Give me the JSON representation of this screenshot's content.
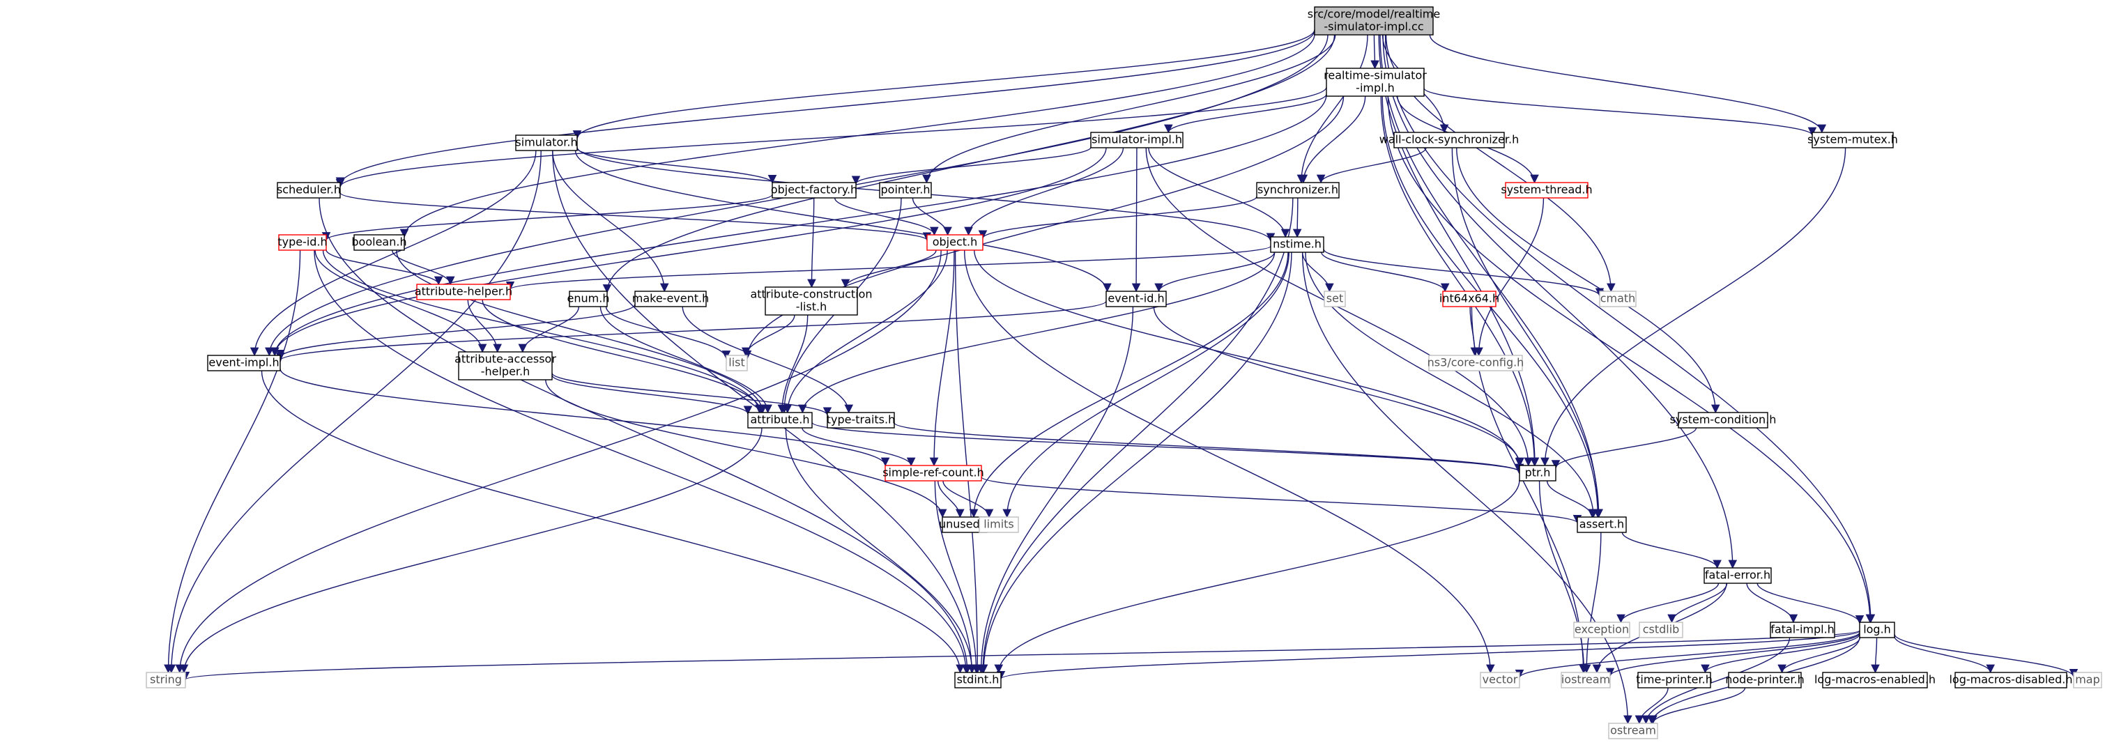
{
  "graph": {
    "title": "",
    "nodes": [
      {
        "id": "root",
        "lines": [
          "src/core/model/realtime",
          "-simulator-impl.cc"
        ],
        "style": "root"
      },
      {
        "id": "rtsimh",
        "lines": [
          "realtime-simulator",
          "-impl.h"
        ],
        "style": "normal"
      },
      {
        "id": "simulator",
        "lines": [
          "simulator.h"
        ],
        "style": "normal"
      },
      {
        "id": "simimpl",
        "lines": [
          "simulator-impl.h"
        ],
        "style": "normal"
      },
      {
        "id": "wallclock",
        "lines": [
          "wall-clock-synchronizer.h"
        ],
        "style": "normal"
      },
      {
        "id": "sysmutex",
        "lines": [
          "system-mutex.h"
        ],
        "style": "normal"
      },
      {
        "id": "systhread",
        "lines": [
          "system-thread.h"
        ],
        "style": "red"
      },
      {
        "id": "sync",
        "lines": [
          "synchronizer.h"
        ],
        "style": "normal"
      },
      {
        "id": "scheduler",
        "lines": [
          "scheduler.h"
        ],
        "style": "normal"
      },
      {
        "id": "objfactory",
        "lines": [
          "object-factory.h"
        ],
        "style": "normal"
      },
      {
        "id": "pointer",
        "lines": [
          "pointer.h"
        ],
        "style": "normal"
      },
      {
        "id": "object",
        "lines": [
          "object.h"
        ],
        "style": "red"
      },
      {
        "id": "nstime",
        "lines": [
          "nstime.h"
        ],
        "style": "normal"
      },
      {
        "id": "typeid",
        "lines": [
          "type-id.h"
        ],
        "style": "red"
      },
      {
        "id": "boolean",
        "lines": [
          "boolean.h"
        ],
        "style": "normal"
      },
      {
        "id": "attrhelper",
        "lines": [
          "attribute-helper.h"
        ],
        "style": "red"
      },
      {
        "id": "enum",
        "lines": [
          "enum.h"
        ],
        "style": "normal"
      },
      {
        "id": "makeevent",
        "lines": [
          "make-event.h"
        ],
        "style": "normal"
      },
      {
        "id": "attrconst",
        "lines": [
          "attribute-construction",
          "-list.h"
        ],
        "style": "normal"
      },
      {
        "id": "eventid",
        "lines": [
          "event-id.h"
        ],
        "style": "normal"
      },
      {
        "id": "set",
        "lines": [
          "set"
        ],
        "style": "gray"
      },
      {
        "id": "int64x64",
        "lines": [
          "int64x64.h"
        ],
        "style": "red"
      },
      {
        "id": "cmath",
        "lines": [
          "cmath"
        ],
        "style": "gray"
      },
      {
        "id": "eventimpl",
        "lines": [
          "event-impl.h"
        ],
        "style": "normal"
      },
      {
        "id": "attraccessor",
        "lines": [
          "attribute-accessor",
          "-helper.h"
        ],
        "style": "normal"
      },
      {
        "id": "list",
        "lines": [
          "list"
        ],
        "style": "gray"
      },
      {
        "id": "coreconfig",
        "lines": [
          "ns3/core-config.h"
        ],
        "style": "gray"
      },
      {
        "id": "attribute",
        "lines": [
          "attribute.h"
        ],
        "style": "normal"
      },
      {
        "id": "typetraits",
        "lines": [
          "type-traits.h"
        ],
        "style": "normal"
      },
      {
        "id": "syscond",
        "lines": [
          "system-condition.h"
        ],
        "style": "normal"
      },
      {
        "id": "simplerefcount",
        "lines": [
          "simple-ref-count.h"
        ],
        "style": "red"
      },
      {
        "id": "ptr",
        "lines": [
          "ptr.h"
        ],
        "style": "normal"
      },
      {
        "id": "unused",
        "lines": [
          "unused.h"
        ],
        "style": "normal"
      },
      {
        "id": "limits",
        "lines": [
          "limits"
        ],
        "style": "gray"
      },
      {
        "id": "assert",
        "lines": [
          "assert.h"
        ],
        "style": "normal"
      },
      {
        "id": "fatalerror",
        "lines": [
          "fatal-error.h"
        ],
        "style": "normal"
      },
      {
        "id": "exception",
        "lines": [
          "exception"
        ],
        "style": "gray"
      },
      {
        "id": "cstdlib",
        "lines": [
          "cstdlib"
        ],
        "style": "gray"
      },
      {
        "id": "fatalimpl",
        "lines": [
          "fatal-impl.h"
        ],
        "style": "normal"
      },
      {
        "id": "log",
        "lines": [
          "log.h"
        ],
        "style": "normal"
      },
      {
        "id": "string",
        "lines": [
          "string"
        ],
        "style": "gray"
      },
      {
        "id": "stdint",
        "lines": [
          "stdint.h"
        ],
        "style": "normal"
      },
      {
        "id": "vector",
        "lines": [
          "vector"
        ],
        "style": "gray"
      },
      {
        "id": "iostream",
        "lines": [
          "iostream"
        ],
        "style": "gray"
      },
      {
        "id": "timeprinter",
        "lines": [
          "time-printer.h"
        ],
        "style": "normal"
      },
      {
        "id": "nodeprinter",
        "lines": [
          "node-printer.h"
        ],
        "style": "normal"
      },
      {
        "id": "logmacrosen",
        "lines": [
          "log-macros-enabled.h"
        ],
        "style": "normal"
      },
      {
        "id": "logmacrosdis",
        "lines": [
          "log-macros-disabled.h"
        ],
        "style": "normal"
      },
      {
        "id": "map",
        "lines": [
          "map"
        ],
        "style": "gray"
      },
      {
        "id": "ostream",
        "lines": [
          "ostream"
        ],
        "style": "gray"
      }
    ],
    "edges": [
      [
        "root",
        "rtsimh"
      ],
      [
        "root",
        "simulator"
      ],
      [
        "root",
        "scheduler"
      ],
      [
        "root",
        "eventimpl"
      ],
      [
        "root",
        "boolean"
      ],
      [
        "root",
        "enum"
      ],
      [
        "root",
        "pointer"
      ],
      [
        "root",
        "sync"
      ],
      [
        "root",
        "wallclock"
      ],
      [
        "root",
        "sysmutex"
      ],
      [
        "root",
        "cmath"
      ],
      [
        "root",
        "ptr"
      ],
      [
        "root",
        "assert"
      ],
      [
        "root",
        "fatalerror"
      ],
      [
        "root",
        "log"
      ],
      [
        "rtsimh",
        "simimpl"
      ],
      [
        "rtsimh",
        "scheduler"
      ],
      [
        "rtsimh",
        "eventimpl"
      ],
      [
        "rtsimh",
        "sync"
      ],
      [
        "rtsimh",
        "systhread"
      ],
      [
        "rtsimh",
        "sysmutex"
      ],
      [
        "rtsimh",
        "list"
      ],
      [
        "rtsimh",
        "ptr"
      ],
      [
        "rtsimh",
        "assert"
      ],
      [
        "rtsimh",
        "log"
      ],
      [
        "simulator",
        "objfactory"
      ],
      [
        "simulator",
        "eventimpl"
      ],
      [
        "simulator",
        "makeevent"
      ],
      [
        "simulator",
        "nstime"
      ],
      [
        "simulator",
        "eventid"
      ],
      [
        "simulator",
        "string"
      ],
      [
        "simulator",
        "stdint"
      ],
      [
        "simimpl",
        "objfactory"
      ],
      [
        "simimpl",
        "object"
      ],
      [
        "simimpl",
        "nstime"
      ],
      [
        "simimpl",
        "eventid"
      ],
      [
        "simimpl",
        "eventimpl"
      ],
      [
        "simimpl",
        "ptr"
      ],
      [
        "wallclock",
        "sync"
      ],
      [
        "wallclock",
        "syscond"
      ],
      [
        "wallclock",
        "assert"
      ],
      [
        "sysmutex",
        "ptr"
      ],
      [
        "systhread",
        "coreconfig"
      ],
      [
        "sync",
        "object"
      ],
      [
        "sync",
        "nstime"
      ],
      [
        "sync",
        "stdint"
      ],
      [
        "scheduler",
        "object"
      ],
      [
        "scheduler",
        "stdint"
      ],
      [
        "objfactory",
        "object"
      ],
      [
        "objfactory",
        "typeid"
      ],
      [
        "objfactory",
        "attrconst"
      ],
      [
        "pointer",
        "object"
      ],
      [
        "pointer",
        "attribute"
      ],
      [
        "object",
        "attrconst"
      ],
      [
        "object",
        "attribute"
      ],
      [
        "object",
        "simplerefcount"
      ],
      [
        "object",
        "ptr"
      ],
      [
        "object",
        "stdint"
      ],
      [
        "object",
        "vector"
      ],
      [
        "object",
        "string"
      ],
      [
        "nstime",
        "attrhelper"
      ],
      [
        "nstime",
        "eventid"
      ],
      [
        "nstime",
        "set"
      ],
      [
        "nstime",
        "int64x64"
      ],
      [
        "nstime",
        "cmath"
      ],
      [
        "nstime",
        "attribute"
      ],
      [
        "nstime",
        "assert"
      ],
      [
        "nstime",
        "stdint"
      ],
      [
        "nstime",
        "limits"
      ],
      [
        "nstime",
        "ostream"
      ],
      [
        "nstime",
        "unused"
      ],
      [
        "typeid",
        "attrhelper"
      ],
      [
        "typeid",
        "attraccessor"
      ],
      [
        "typeid",
        "attribute"
      ],
      [
        "typeid",
        "string"
      ],
      [
        "typeid",
        "stdint"
      ],
      [
        "boolean",
        "attrhelper"
      ],
      [
        "boolean",
        "attribute"
      ],
      [
        "attrhelper",
        "attraccessor"
      ],
      [
        "attrhelper",
        "attribute"
      ],
      [
        "enum",
        "attraccessor"
      ],
      [
        "enum",
        "attribute"
      ],
      [
        "enum",
        "list"
      ],
      [
        "makeevent",
        "eventimpl"
      ],
      [
        "makeevent",
        "typetraits"
      ],
      [
        "attrconst",
        "attribute"
      ],
      [
        "attrconst",
        "list"
      ],
      [
        "eventid",
        "eventimpl"
      ],
      [
        "eventid",
        "ptr"
      ],
      [
        "eventid",
        "stdint"
      ],
      [
        "int64x64",
        "coreconfig"
      ],
      [
        "int64x64",
        "iostream"
      ],
      [
        "eventimpl",
        "simplerefcount"
      ],
      [
        "eventimpl",
        "stdint"
      ],
      [
        "attraccessor",
        "attribute"
      ],
      [
        "attraccessor",
        "typetraits"
      ],
      [
        "attraccessor",
        "unused"
      ],
      [
        "attribute",
        "ptr"
      ],
      [
        "attribute",
        "simplerefcount"
      ],
      [
        "attribute",
        "string"
      ],
      [
        "attribute",
        "stdint"
      ],
      [
        "typetraits",
        "ptr"
      ],
      [
        "syscond",
        "ptr"
      ],
      [
        "simplerefcount",
        "unused"
      ],
      [
        "simplerefcount",
        "limits"
      ],
      [
        "simplerefcount",
        "stdint"
      ],
      [
        "simplerefcount",
        "assert"
      ],
      [
        "ptr",
        "assert"
      ],
      [
        "ptr",
        "iostream"
      ],
      [
        "ptr",
        "stdint"
      ],
      [
        "assert",
        "fatalerror"
      ],
      [
        "assert",
        "iostream"
      ],
      [
        "fatalerror",
        "exception"
      ],
      [
        "fatalerror",
        "cstdlib"
      ],
      [
        "fatalerror",
        "fatalimpl"
      ],
      [
        "fatalerror",
        "log"
      ],
      [
        "fatalerror",
        "iostream"
      ],
      [
        "fatalimpl",
        "ostream"
      ],
      [
        "log",
        "string"
      ],
      [
        "log",
        "stdint"
      ],
      [
        "log",
        "vector"
      ],
      [
        "log",
        "iostream"
      ],
      [
        "log",
        "timeprinter"
      ],
      [
        "log",
        "nodeprinter"
      ],
      [
        "log",
        "logmacrosen"
      ],
      [
        "log",
        "logmacrosdis"
      ],
      [
        "log",
        "map"
      ],
      [
        "log",
        "ostream"
      ],
      [
        "timeprinter",
        "ostream"
      ],
      [
        "nodeprinter",
        "ostream"
      ]
    ],
    "colors": {
      "edge": "#191970",
      "root_fill": "#bfbfbf",
      "red_border": "#ff0000",
      "gray_border": "#bfbfbf",
      "gray_text": "#555555",
      "node_border": "#000000"
    }
  }
}
